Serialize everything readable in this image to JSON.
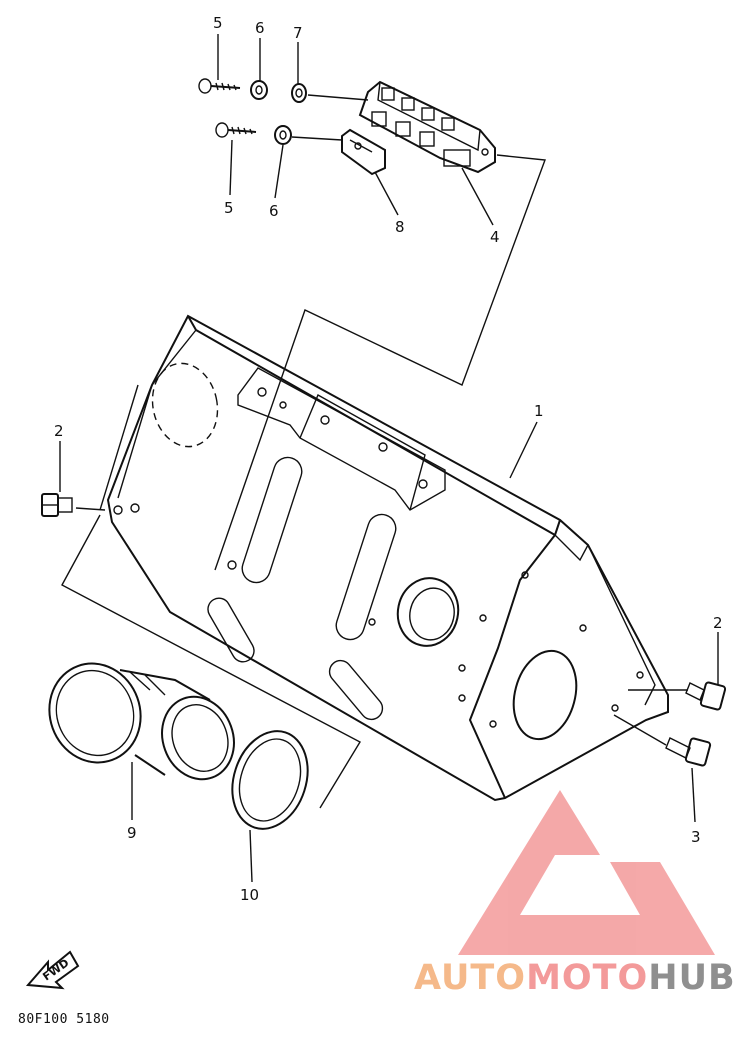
{
  "diagram": {
    "callouts": {
      "c5a": "5",
      "c6a": "6",
      "c7": "7",
      "c5b": "5",
      "c6b": "6",
      "c8": "8",
      "c4": "4",
      "c1": "1",
      "c2a": "2",
      "c2b": "2",
      "c3": "3",
      "c9": "9",
      "c10": "10"
    },
    "fwd_label": "FWD",
    "drawing_code": "80F100 5180"
  },
  "watermark": {
    "part1": "AUTO",
    "part2": "MOTO",
    "part3": "HUB",
    "colors": {
      "auto": "#f5b98a",
      "moto": "#f39a9a",
      "hub": "#8f8f8f",
      "logo": "#f39a9a"
    }
  }
}
